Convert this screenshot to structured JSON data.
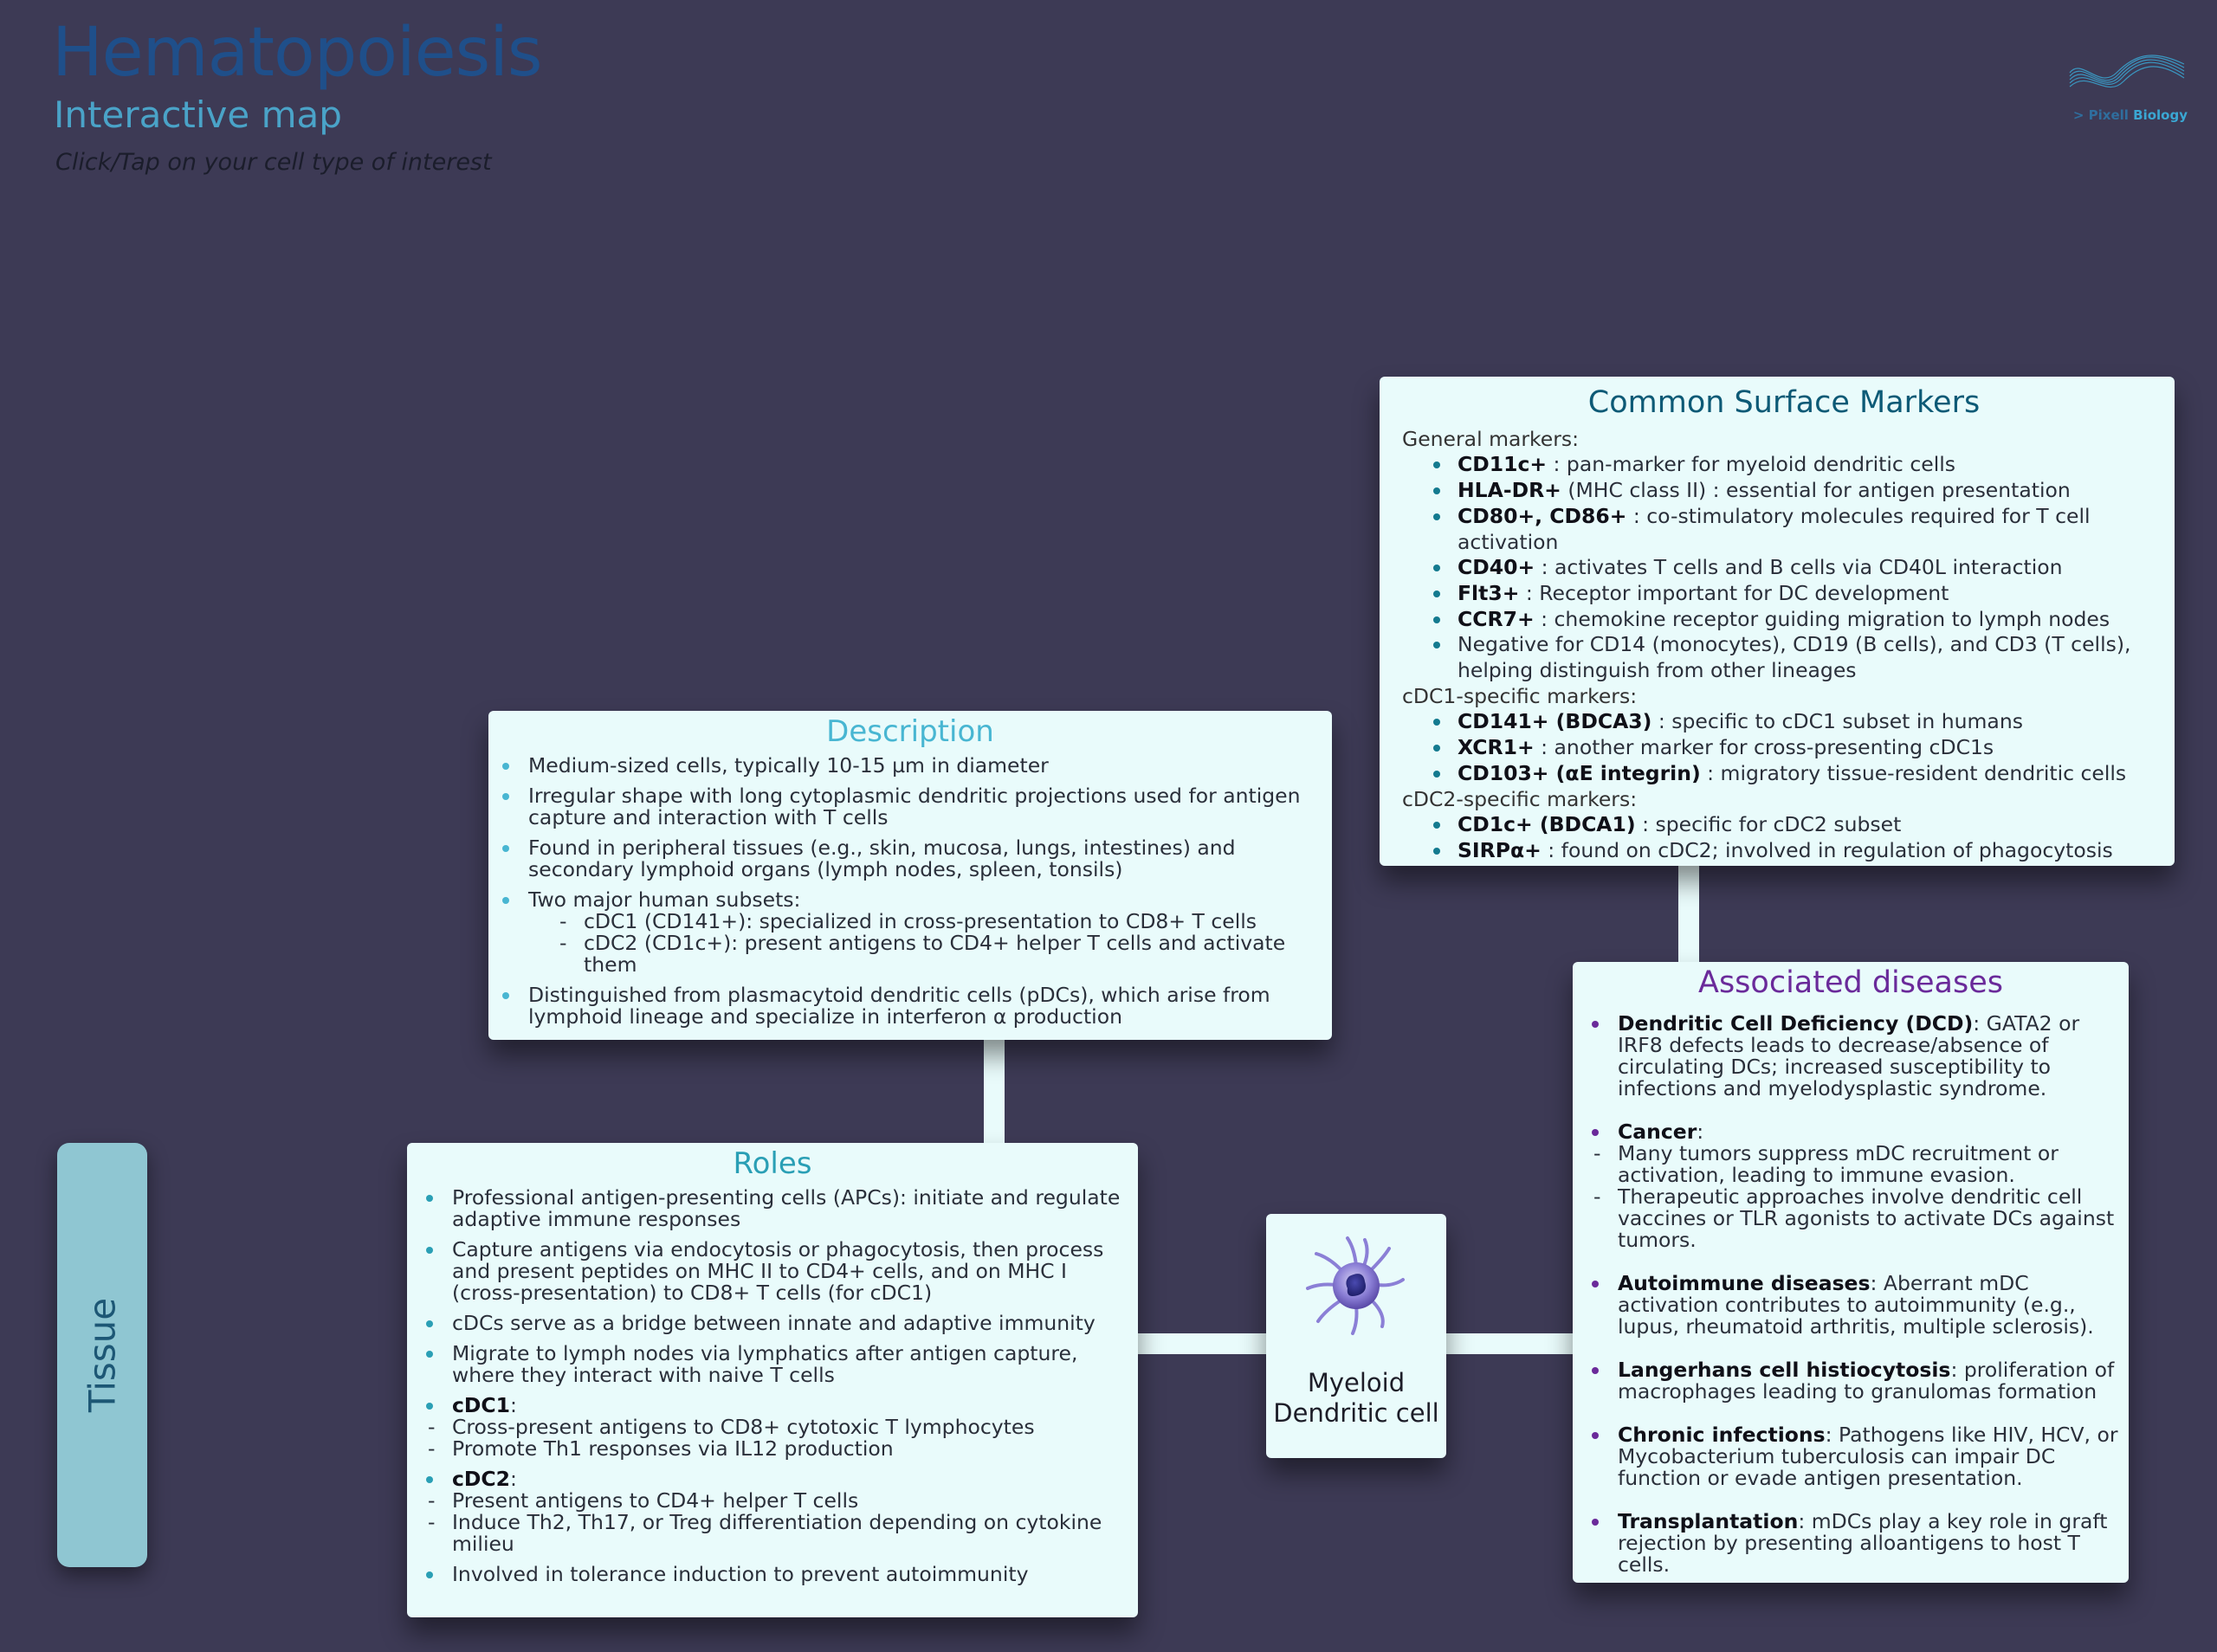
{
  "header": {
    "title": "Hematopoiesis",
    "subtitle": "Interactive map",
    "hint": "Click/Tap on your cell type of interest"
  },
  "logo": {
    "prefix": "> Pixell",
    "suffix": " Biology"
  },
  "tissue": {
    "label": "Tissue"
  },
  "node": {
    "line1": "Myeloid",
    "line2": "Dendritic cell"
  },
  "description": {
    "title": "Description",
    "items": [
      "Medium-sized cells, typically 10-15 µm in diameter",
      "Irregular shape with long cytoplasmic dendritic projections used for antigen capture and interaction with T cells",
      "Found in peripheral tissues (e.g., skin, mucosa, lungs, intestines) and secondary lymphoid organs (lymph nodes, spleen, tonsils)",
      "Two major human subsets:",
      "Distinguished from plasmacytoid dendritic cells (pDCs), which arise from lymphoid lineage and specialize in interferon α production"
    ],
    "subsets": [
      "cDC1 (CD141+): specialized in cross-presentation to CD8+ T cells",
      "cDC2 (CD1c+): present antigens to CD4+ helper T cells and activate them"
    ]
  },
  "roles": {
    "title": "Roles",
    "items": [
      "Professional antigen-presenting cells (APCs): initiate and regulate adaptive immune responses",
      "Capture antigens via endocytosis or phagocytosis, then process and present peptides on MHC II to CD4+ cells, and on MHC I (cross-presentation) to CD8+ T cells (for cDC1)",
      "cDCs serve as a bridge between innate and adaptive immunity",
      "Migrate to lymph nodes via lymphatics after antigen capture, where they interact with naive T cells"
    ],
    "cdc1_label": "cDC1",
    "cdc1": [
      "Cross-present antigens to CD8+ cytotoxic T lymphocytes",
      "Promote Th1 responses via IL12 production"
    ],
    "cdc2_label": "cDC2",
    "cdc2": [
      "Present antigens to CD4+ helper T cells",
      "Induce Th2, Th17, or Treg differentiation depending on cytokine milieu"
    ],
    "last": "Involved in tolerance induction to prevent autoimmunity"
  },
  "markers": {
    "title": "Common Surface Markers",
    "general_label": "General markers:",
    "general": [
      {
        "m": "CD11c+",
        "d": " : pan-marker for myeloid dendritic cells"
      },
      {
        "m": "HLA-DR+",
        "d": " (MHC class II) : essential for antigen presentation"
      },
      {
        "m": "CD80+, CD86+",
        "d": " : co-stimulatory molecules required for T cell activation"
      },
      {
        "m": "CD40+",
        "d": " : activates T cells and B cells via CD40L interaction"
      },
      {
        "m": "Flt3+",
        "d": " : Receptor important for DC development"
      },
      {
        "m": "CCR7+",
        "d": " : chemokine receptor guiding migration to lymph nodes"
      },
      {
        "m": "",
        "d": "Negative for CD14 (monocytes), CD19 (B cells), and CD3 (T cells), helping distinguish from other lineages"
      }
    ],
    "cdc1_label": "cDC1-specific markers:",
    "cdc1": [
      {
        "m": "CD141+ (BDCA3)",
        "d": " : specific to cDC1 subset in humans"
      },
      {
        "m": "XCR1+",
        "d": " : another marker for cross-presenting cDC1s"
      },
      {
        "m": "CD103+ (αE integrin)",
        "d": " : migratory tissue-resident dendritic cells"
      }
    ],
    "cdc2_label": "cDC2-specific markers:",
    "cdc2": [
      {
        "m": "CD1c+ (BDCA1)",
        "d": " : specific for cDC2 subset"
      },
      {
        "m": "SIRPα+",
        "d": " : found on cDC2; involved in regulation of phagocytosis"
      }
    ]
  },
  "diseases": {
    "title": "Associated diseases",
    "dcd": {
      "name": "Dendritic Cell Deficiency (DCD)",
      "text": ": GATA2 or IRF8 defects leads to decrease/absence of circulating DCs; increased susceptibility to infections and myelodysplastic syndrome."
    },
    "cancer": {
      "name": "Cancer",
      "points": [
        "Many tumors suppress mDC recruitment or activation, leading to immune evasion.",
        "Therapeutic approaches involve dendritic cell vaccines or TLR agonists to activate DCs against tumors."
      ]
    },
    "autoimmune": {
      "name": "Autoimmune diseases",
      "text": ": Aberrant mDC activation contributes to autoimmunity (e.g., lupus, rheumatoid arthritis, multiple sclerosis)."
    },
    "lch": {
      "name": "Langerhans cell histiocytosis",
      "text": ": proliferation of macrophages leading to granulomas formation"
    },
    "chronic": {
      "name": "Chronic infections",
      "text": ": Pathogens like HIV, HCV, or Mycobacterium tuberculosis can impair DC function or evade antigen presentation."
    },
    "transplant": {
      "name": "Transplantation",
      "text": ": mDCs play a key role in graft rejection by presenting alloantigens to host T cells."
    }
  },
  "colors": {
    "background": "#3d3a55",
    "card": "#e9fbfb",
    "description_accent": "#48b6d2",
    "roles_accent": "#2a9fb5",
    "markers_accent": "#0d5a76",
    "diseases_accent": "#6a2a9a",
    "tissue_tab": "#8fc6d2"
  }
}
